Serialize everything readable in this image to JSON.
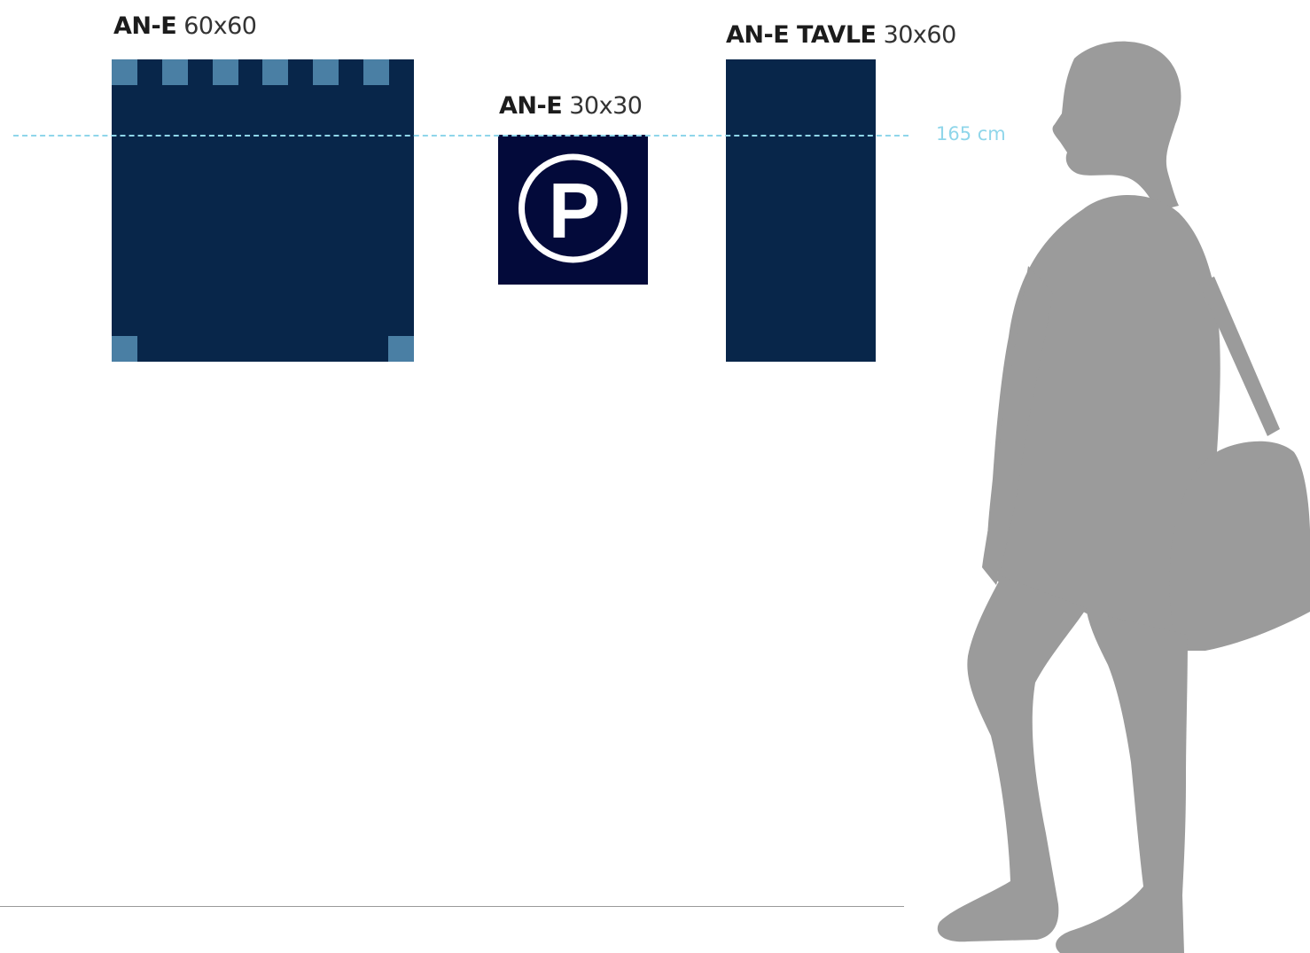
{
  "colors": {
    "sign_navy": "#08264a",
    "sign_parking": "#030a3a",
    "tile_blue": "#4a7fa4",
    "reference_line": "#8fd6ea",
    "silhouette": "#9b9b9b",
    "floor": "#9a9a9a",
    "pictogram": "#ffffff"
  },
  "signs": [
    {
      "code": "AN-E",
      "size": "60x60"
    },
    {
      "code": "AN-E",
      "size": "30x30",
      "pictogram_letter": "P",
      "pictogram": "parking-icon"
    },
    {
      "code": "AN-E TAVLE",
      "size": "30x60"
    }
  ],
  "reference_line": {
    "label": "165 cm"
  },
  "silhouette": {
    "icon": "person-with-bag-silhouette"
  }
}
